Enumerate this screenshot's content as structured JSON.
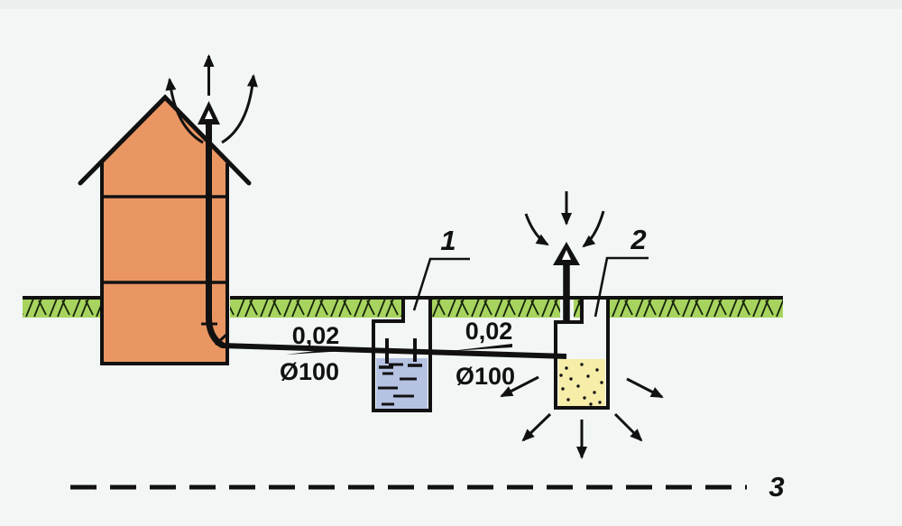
{
  "colors": {
    "background": "#f2f7f5",
    "scan_band": "#e8e9e9",
    "ink": "#111111",
    "house": "#ea9663",
    "grass": "#a7d45f",
    "water": "#b5c2e2",
    "sand": "#f6eda9"
  },
  "labels": {
    "septic_tank_number": "1",
    "drain_well_number": "2",
    "groundwater_level_number": "3"
  },
  "pipes": {
    "house_to_tank": {
      "slope": "0,02",
      "diameter": "Ø100"
    },
    "tank_to_well": {
      "slope": "0,02",
      "diameter": "Ø100"
    }
  }
}
